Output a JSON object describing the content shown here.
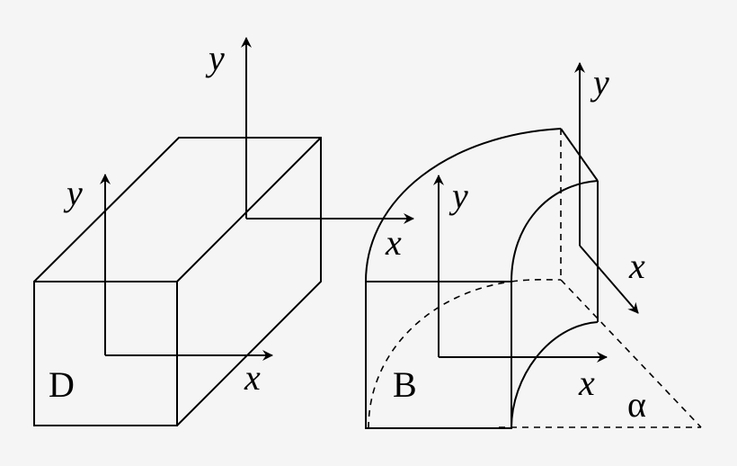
{
  "diagram": {
    "description": "Straight duct segment D and curved (bend) duct segment B with local coordinate frames",
    "colors": {
      "background": "#f5f5f5",
      "stroke": "#000000"
    },
    "block_d": {
      "label": "D",
      "axes": [
        {
          "name": "front-frame",
          "x_label": "x",
          "y_label": "y"
        },
        {
          "name": "back-frame",
          "x_label": "x",
          "y_label": "y"
        }
      ]
    },
    "block_b": {
      "label": "B",
      "angle_label": "α",
      "axes": [
        {
          "name": "front-frame",
          "x_label": "x",
          "y_label": "y"
        },
        {
          "name": "rotated-frame",
          "x_label": "x",
          "y_label": "y"
        }
      ]
    }
  }
}
